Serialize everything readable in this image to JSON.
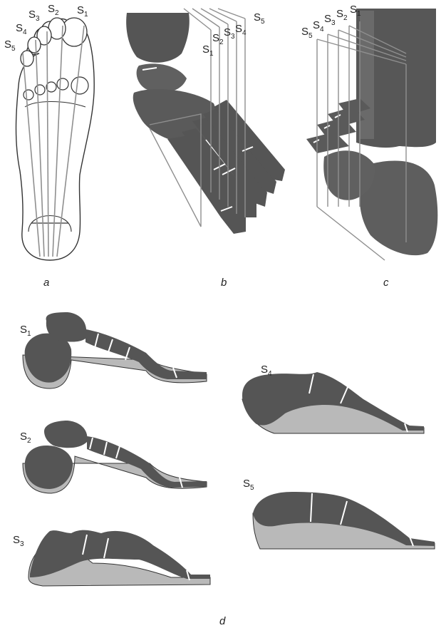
{
  "captions": {
    "a": "a",
    "b": "b",
    "c": "c",
    "d": "d"
  },
  "plane_prefix": "S",
  "plane_numbers": [
    "1",
    "2",
    "3",
    "4",
    "5"
  ],
  "colors": {
    "bone": "#555555",
    "soft_tissue": "#b9b9b9",
    "outline": "#333333",
    "plane_line": "#8f8f8f"
  }
}
